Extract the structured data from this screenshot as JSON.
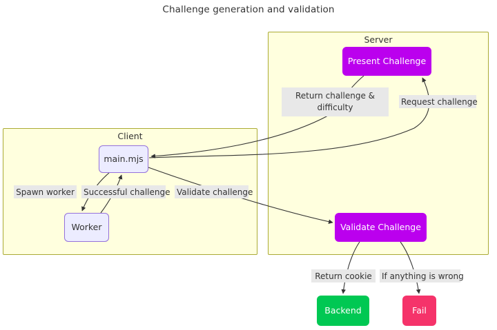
{
  "diagram": {
    "title": "Challenge generation and validation",
    "type": "flowchart",
    "colors": {
      "cluster_fill": "#ffffde",
      "cluster_stroke": "#aaaa33",
      "plain_node_fill": "#ececff",
      "plain_node_stroke": "#9370db",
      "purple_node_fill": "#bb00ee",
      "green_node_fill": "#00c853",
      "red_node_fill": "#f5336a",
      "edge_stroke": "#333333",
      "edge_label_bg": "#e8e8e8",
      "text": "#333333"
    },
    "clusters": [
      {
        "id": "client",
        "label": "Client"
      },
      {
        "id": "server",
        "label": "Server"
      }
    ],
    "nodes": [
      {
        "id": "mainmjs",
        "label": "main.mjs",
        "style": "plain",
        "cluster": "client"
      },
      {
        "id": "worker",
        "label": "Worker",
        "style": "plain",
        "cluster": "client"
      },
      {
        "id": "present",
        "label": "Present Challenge",
        "style": "purple",
        "cluster": "server"
      },
      {
        "id": "validate",
        "label": "Validate Challenge",
        "style": "purple",
        "cluster": "server"
      },
      {
        "id": "backend",
        "label": "Backend",
        "style": "green",
        "cluster": null
      },
      {
        "id": "fail",
        "label": "Fail",
        "style": "red",
        "cluster": null
      }
    ],
    "edges": [
      {
        "from": "mainmjs",
        "to": "worker",
        "label": "Spawn worker"
      },
      {
        "from": "worker",
        "to": "mainmjs",
        "label": "Successful challenge"
      },
      {
        "from": "mainmjs",
        "to": "validate",
        "label": "Validate challenge"
      },
      {
        "from": "mainmjs",
        "to": "present",
        "label": "Request challenge"
      },
      {
        "from": "present",
        "to": "mainmjs",
        "label": "Return challenge & difficulty"
      },
      {
        "from": "validate",
        "to": "backend",
        "label": "Return cookie"
      },
      {
        "from": "validate",
        "to": "fail",
        "label": "If anything is wrong"
      }
    ],
    "edge_labels": {
      "return_challenge_line1": "Return challenge &",
      "return_challenge_line2": "difficulty",
      "request_challenge": "Request challenge",
      "spawn_worker": "Spawn worker",
      "successful_challenge": "Successful challenge",
      "validate_challenge": "Validate challenge",
      "return_cookie": "Return cookie",
      "if_anything_is_wrong": "If anything is wrong"
    }
  }
}
